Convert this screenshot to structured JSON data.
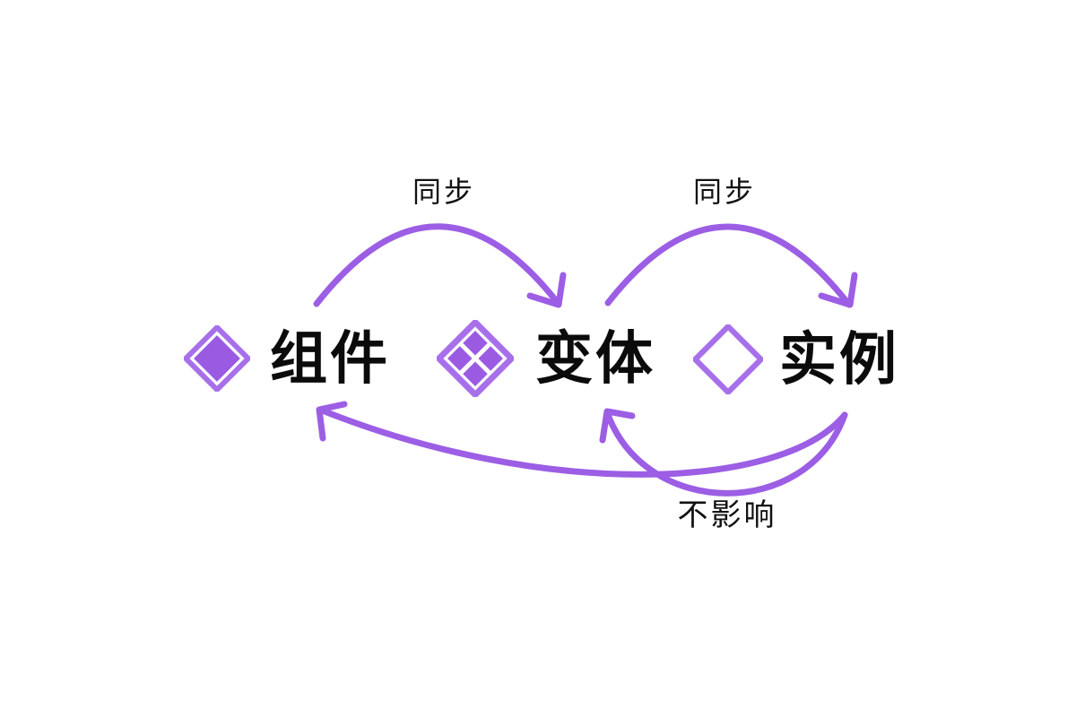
{
  "diagram": {
    "colors": {
      "background": "#ffffff",
      "arrow": "#9C5EE4",
      "icon_fill": "#9A5BE2",
      "icon_stroke": "#A770EA",
      "node_text": "#0B0B0B",
      "label_text": "#111111"
    },
    "nodes": [
      {
        "id": "component",
        "label": "组件",
        "icon": "component-diamond-filled-icon"
      },
      {
        "id": "variant",
        "label": "变体",
        "icon": "variant-four-diamonds-icon"
      },
      {
        "id": "instance",
        "label": "实例",
        "icon": "instance-diamond-outline-icon"
      }
    ],
    "edges": [
      {
        "from": "component",
        "to": "variant",
        "label": "同步",
        "position": "top"
      },
      {
        "from": "variant",
        "to": "instance",
        "label": "同步",
        "position": "top"
      },
      {
        "from": "instance",
        "to": "component",
        "label": "不影响",
        "position": "bottom"
      },
      {
        "from": "instance",
        "to": "variant",
        "label": "",
        "position": "bottom"
      }
    ]
  }
}
